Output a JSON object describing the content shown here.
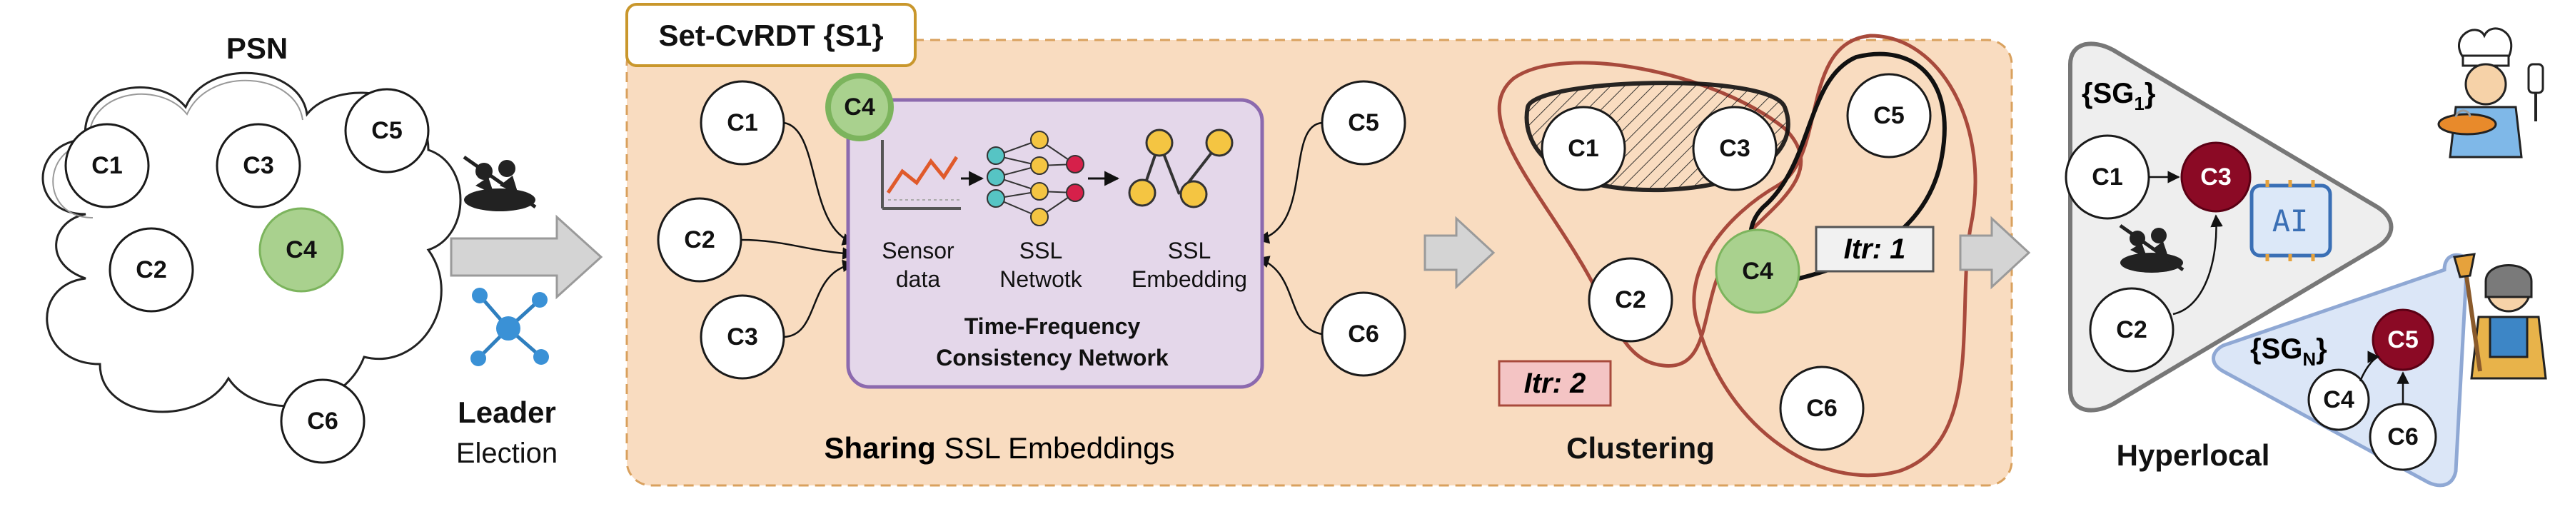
{
  "colors": {
    "panel_fill": "#f9dcc0",
    "panel_border": "#d9a15e",
    "title_border": "#c9972c",
    "ssl_box_fill": "#e4d7ea",
    "ssl_box_border": "#8c6aae",
    "leader_green": "#a9d18e",
    "cluster_red": "#a84a3c",
    "group_red": "#8b0a25",
    "sgn_blue": "#dbe6f7"
  },
  "psn": {
    "title": "PSN",
    "nodes": [
      "C1",
      "C3",
      "C5",
      "C2",
      "C4",
      "C6"
    ]
  },
  "election": {
    "bold": "Leader",
    "rest": "Election"
  },
  "set_cvrdt": {
    "title": "Set-CvRDT {S1}",
    "inputs": [
      "C1",
      "C2",
      "C3",
      "C5",
      "C6"
    ],
    "leader": "C4",
    "ssl_box": {
      "col1": [
        "Sensor",
        "data"
      ],
      "col2": [
        "SSL",
        "Netwotk"
      ],
      "col3": [
        "SSL",
        "Embedding"
      ],
      "caption": [
        "Time-Frequency",
        "Consistency Network"
      ]
    },
    "footer_bold": "Sharing",
    "footer_rest": " SSL Embeddings"
  },
  "clustering": {
    "title": "Clustering",
    "nodes": [
      "C1",
      "C3",
      "C5",
      "C2",
      "C4",
      "C6"
    ],
    "itr1": "Itr: 1",
    "itr2": "Itr: 2"
  },
  "hyperlocal": {
    "title": "Hyperlocal",
    "sg1": {
      "prefix": "{SG",
      "sub": "1",
      "suffix": "}",
      "nodes": [
        "C1",
        "C2"
      ],
      "head": "C3",
      "ai": "AI"
    },
    "sgn": {
      "prefix": "{SG",
      "sub": "N",
      "suffix": "}",
      "nodes": [
        "C4",
        "C6"
      ],
      "head": "C5"
    }
  },
  "icons": [
    "cloud-icon",
    "rafting-icon",
    "network-icon",
    "arrow-icon",
    "chart-icon",
    "neural-net-icon",
    "embedding-icon",
    "ai-chip-icon",
    "chef-icon",
    "cleaner-icon"
  ]
}
